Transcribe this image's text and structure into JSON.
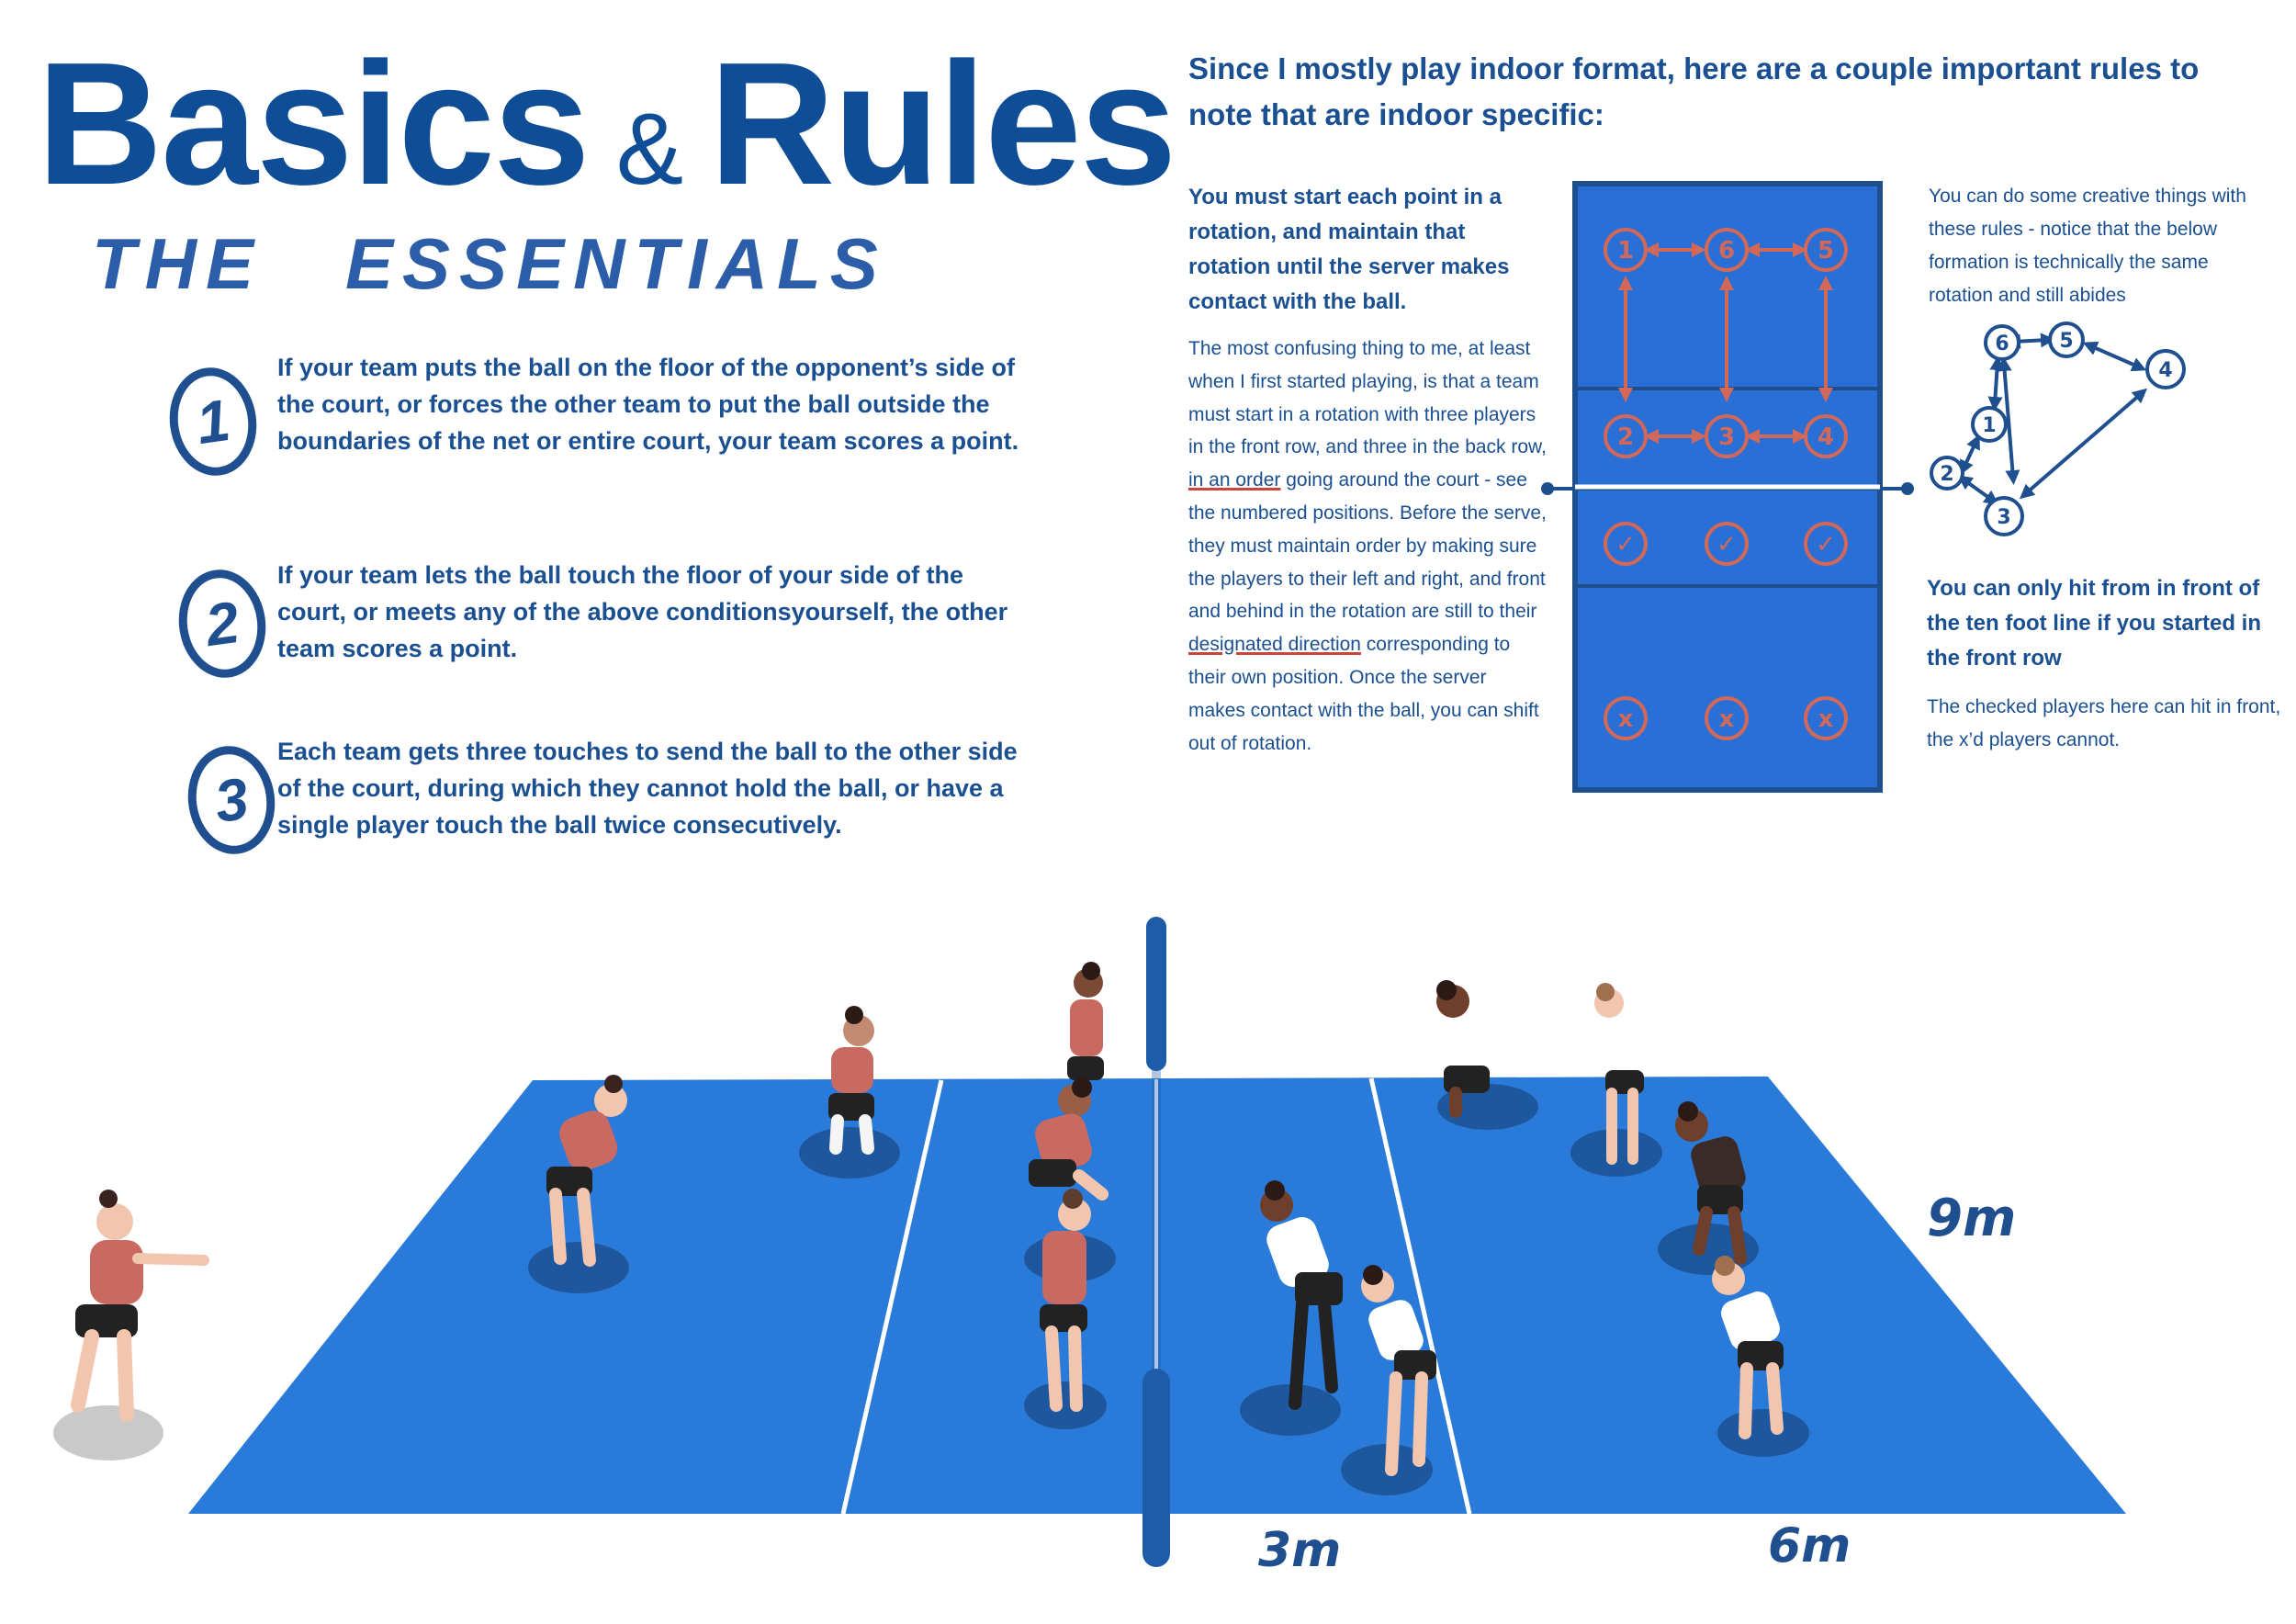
{
  "header": {
    "title_main": "Basics",
    "title_amp": "&",
    "title_end": "Rules",
    "essentials_word1": "THE",
    "essentials_word2": "ESSENTIALS"
  },
  "rules": [
    {
      "num": "1",
      "text": "If your team puts the ball on the floor of the opponent’s side of the court, or forces the other team to put the ball outside the boundaries of the net or entire court, your team scores a point."
    },
    {
      "num": "2",
      "text": "If your team lets the ball touch the floor of your side of the court, or meets any of the above conditionsyourself, the other team scores a point."
    },
    {
      "num": "3",
      "text": "Each team gets three touches to send the ball to the other side of the court, during which they cannot hold the ball, or have a single player touch the ball twice consecutively."
    }
  ],
  "indoor": {
    "intro": "Since I mostly play indoor format, here are a couple important rules to note that are indoor specific:",
    "rotation_heading": "You must start each point in a rotation, and maintain that rotation until the server makes contact with the ball.",
    "rotation_body_1": "The most confusing thing to me, at least when I first started playing, is that a team must start in a rotation with three players in the front row, and three in the back row, ",
    "rotation_body_ul1": "in an order",
    "rotation_body_2": " going around the court - see the numbered positions. Before the serve, they must maintain order by making sure the players to their left and right, and front and behind in the rotation are still to their ",
    "rotation_body_ul2": "designated direction",
    "rotation_body_3": " corresponding to their own position. Once the server makes contact with the ball, you can shift out of rotation."
  },
  "side_notes": {
    "creative": "You can do some creative things with these rules - notice that the below formation is technically the same rotation and still abides",
    "front_row_rule": "You can only hit from in front of the ten foot line if you started in the front row",
    "checked_note": "The checked players here can hit in front, the x’d players cannot."
  },
  "rotation_diagram": {
    "top_row": [
      "1",
      "6",
      "5"
    ],
    "front_row": [
      "2",
      "3",
      "4"
    ],
    "checked_marks": [
      "✓",
      "✓",
      "✓"
    ],
    "x_marks": [
      "x",
      "x",
      "x"
    ],
    "formation_labels": [
      "6",
      "5",
      "4",
      "1",
      "2",
      "3"
    ]
  },
  "court_labels": {
    "width": "9m",
    "attack_line": "3m",
    "depth": "6m"
  },
  "colors": {
    "brand_blue": "#0f4d96",
    "court_blue": "#2a7bd9",
    "diagram_blue": "#2a6fd6",
    "accent_red": "#d2685a"
  }
}
